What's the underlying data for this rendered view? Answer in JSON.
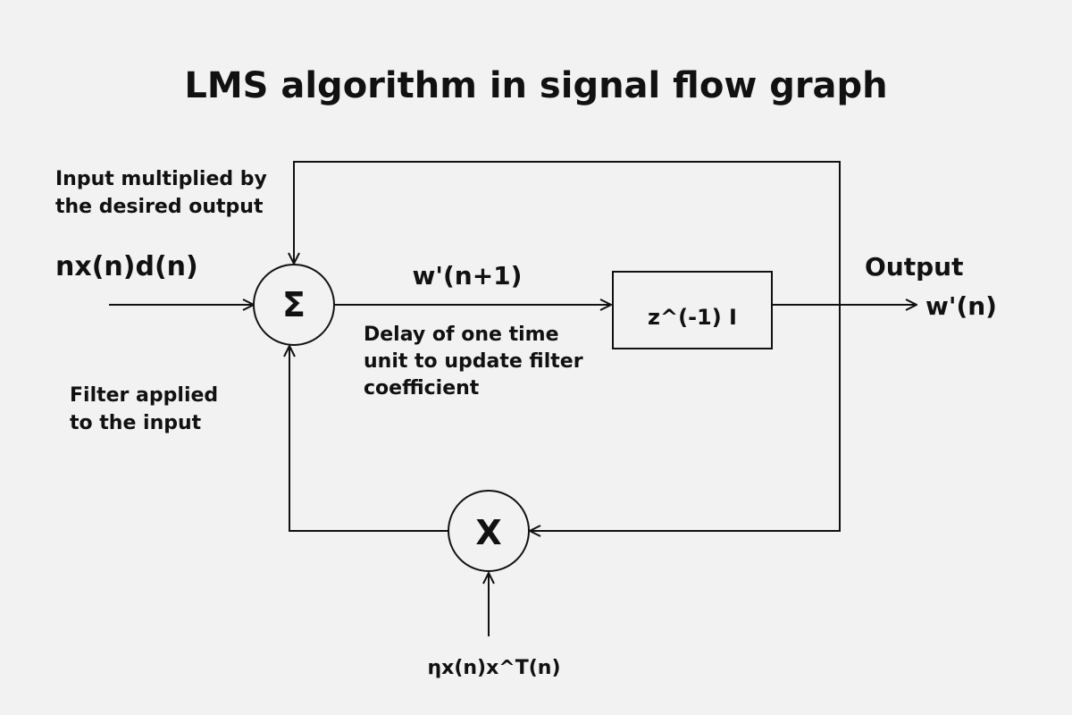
{
  "title": "LMS algorithm in signal flow graph",
  "labels": {
    "feedback_note_line1": "Input multiplied by",
    "feedback_note_line2": "the desired output",
    "input_signal": "nx(n)d(n)",
    "filter_note_line1": "Filter applied",
    "filter_note_line2": "to the input",
    "summer_output": "w'(n+1)",
    "delay_note_line1": "Delay of one time",
    "delay_note_line2": "unit to update filter",
    "delay_note_line3": "coefficient",
    "output_heading": "Output",
    "output_signal": "w'(n)",
    "multiplier_input": "ηx(n)x^T(n)"
  },
  "nodes": {
    "summer_symbol": "Σ",
    "multiplier_symbol": "X",
    "delay_label": "z^(-1) I"
  },
  "colors": {
    "background": "#f2f2f2",
    "ink": "#111111"
  }
}
